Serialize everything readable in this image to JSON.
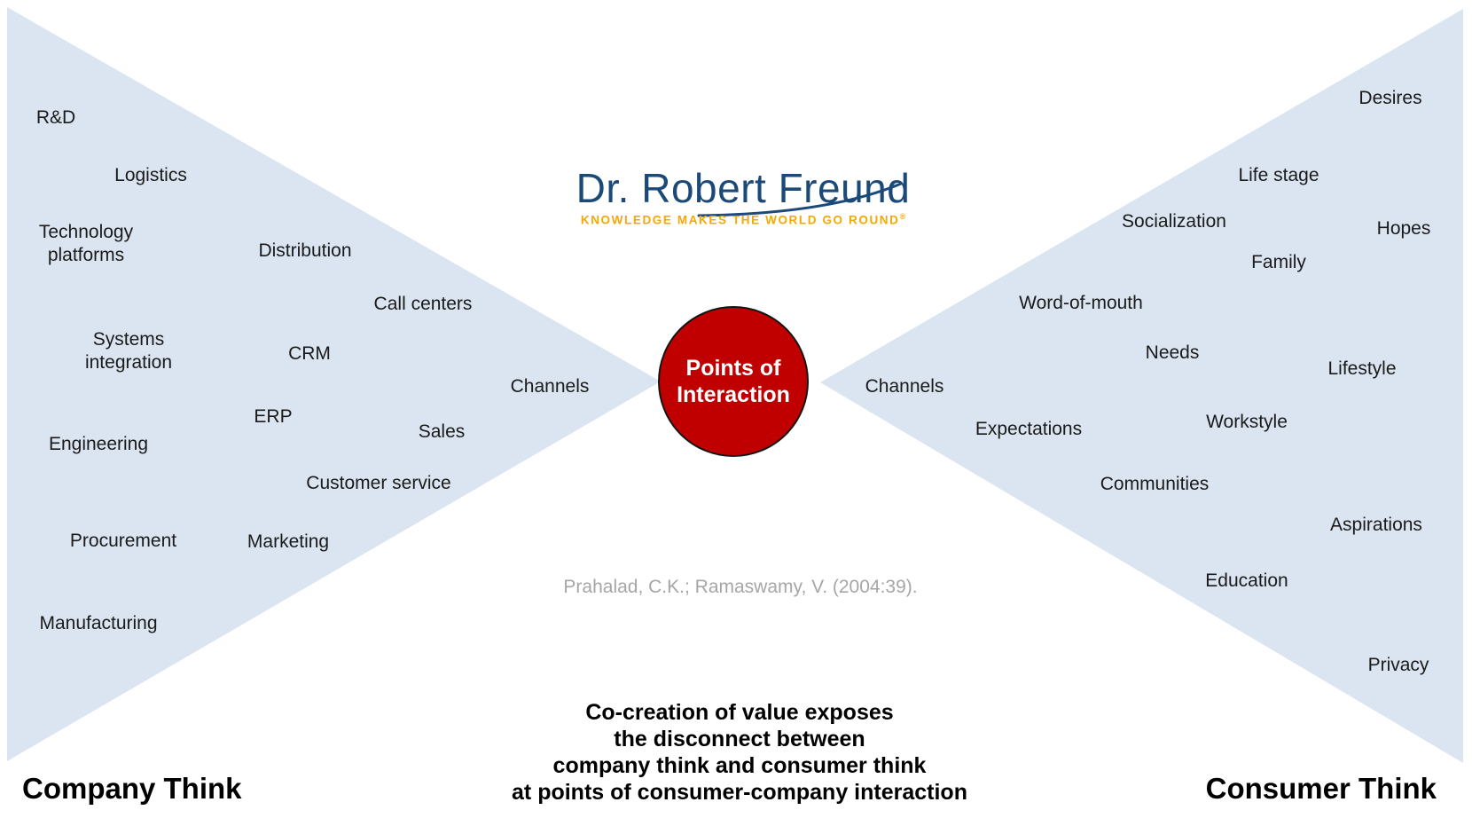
{
  "logo": {
    "name": "Dr. Robert Freund",
    "tagline": "KNOWLEDGE MAKES THE WORLD GO ROUND",
    "registered": "®"
  },
  "center_circle": {
    "label": "Points of\nInteraction"
  },
  "citation": {
    "text": "Prahalad, C.K.; Ramaswamy, V. (2004:39)."
  },
  "caption": {
    "text": "Co-creation of value exposes\nthe disconnect between\ncompany think and consumer think\nat points of consumer-company interaction"
  },
  "company": {
    "title": "Company Think",
    "items": [
      "R&D",
      "Logistics",
      "Technology\nplatforms",
      "Distribution",
      "Call centers",
      "Systems\nintegration",
      "CRM",
      "Channels",
      "ERP",
      "Sales",
      "Engineering",
      "Customer service",
      "Procurement",
      "Marketing",
      "Manufacturing"
    ]
  },
  "consumer": {
    "title": "Consumer Think",
    "items": [
      "Desires",
      "Life stage",
      "Socialization",
      "Hopes",
      "Family",
      "Word-of-mouth",
      "Needs",
      "Lifestyle",
      "Channels",
      "Expectations",
      "Workstyle",
      "Communities",
      "Aspirations",
      "Education",
      "Privacy"
    ]
  },
  "colors": {
    "triangle_fill": "#DBE5F1",
    "circle_fill": "#C00000",
    "circle_text": "#FFFFFF",
    "logo_navy": "#1B4A78",
    "tagline_gold": "#F5A800",
    "citation_gray": "#A6A6A6"
  }
}
